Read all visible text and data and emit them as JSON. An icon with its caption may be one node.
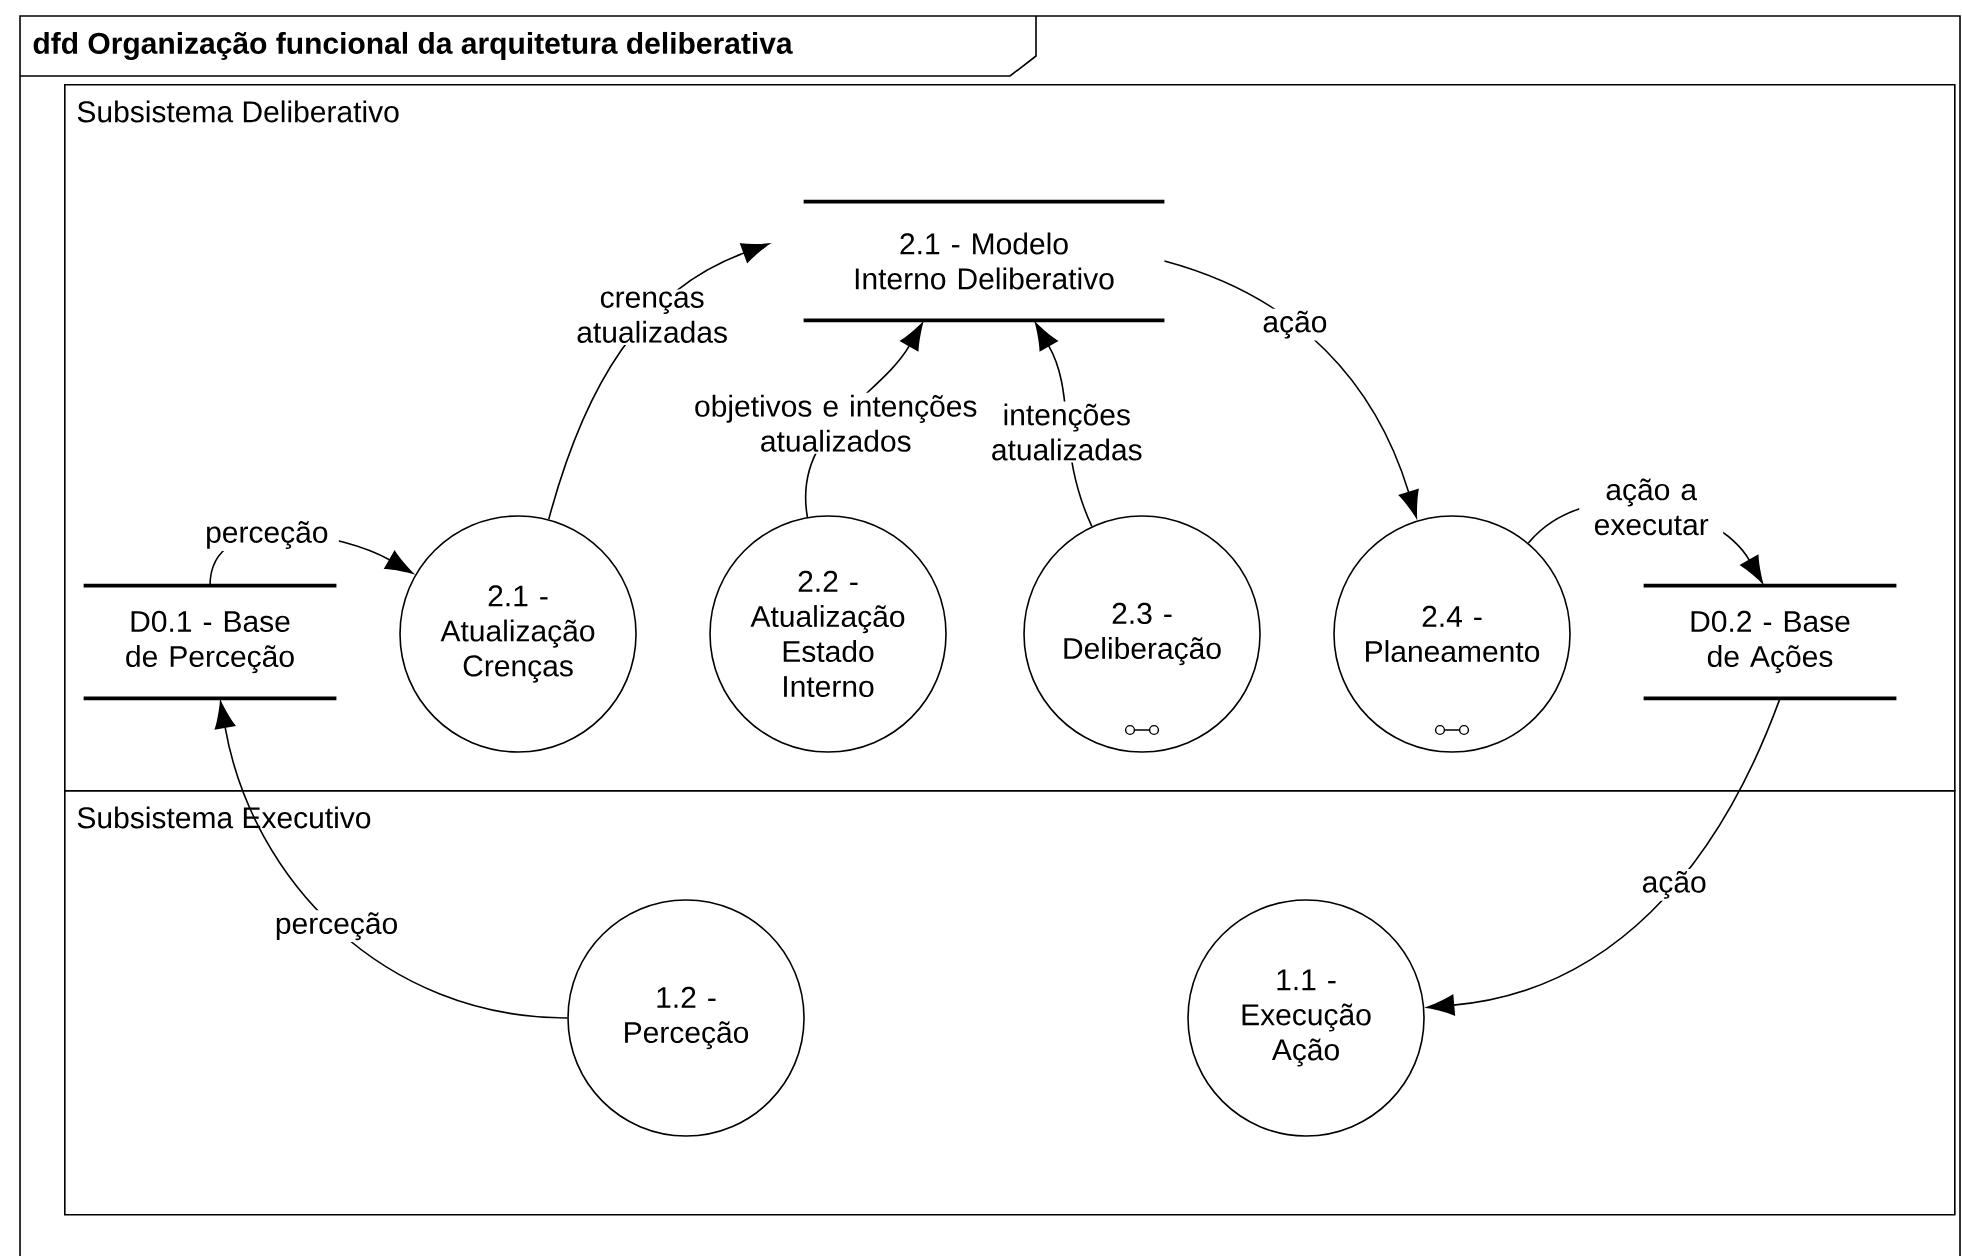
{
  "diagram": {
    "title": "dfd Organização funcional da arquitetura deliberativa",
    "nodes": [
      {
        "text": [
          "Subsistema Deliberativo"
        ]
      },
      {
        "text": [
          "2.1 - Modelo Interno Deliberativo"
        ],
        "in": 0
      },
      {
        "text": [
          "D0.1 - Base de Perceção"
        ],
        "in": 0
      },
      {
        "text": [
          "2.1 - Atualização Crenças"
        ],
        "in": 0
      },
      {
        "text": [
          "2.2 - Atualização Estado Interno"
        ],
        "in": 0
      },
      {
        "text": [
          "2.3 - Deliberação"
        ],
        "in": 0
      },
      {
        "text": [
          "2.4 - Planeamento"
        ],
        "in": 0
      },
      {
        "text": [
          "D0.2 - Base de Ações"
        ],
        "in": 0
      },
      {
        "text": [
          "Subsistema Executivo"
        ]
      },
      {
        "text": [
          "1.2 - Perceção"
        ],
        "in": 8
      },
      {
        "text": [
          "1.1 - Execução Ação"
        ],
        "in": 8
      }
    ],
    "edges": [
      {
        "from": 2,
        "to": 3,
        "arrow": "to",
        "label": "perceção"
      },
      {
        "from": 3,
        "to": 1,
        "arrow": "to",
        "label": "crenças atualizadas"
      },
      {
        "from": 4,
        "to": 1,
        "arrow": "to",
        "label": "objetivos e intenções atualizados"
      },
      {
        "from": 5,
        "to": 1,
        "arrow": "to",
        "label": "intenções atualizadas"
      },
      {
        "from": 1,
        "to": 6,
        "arrow": "to",
        "label": "ação"
      },
      {
        "from": 6,
        "to": 7,
        "arrow": "to",
        "label": "ação a executar"
      },
      {
        "from": 7,
        "to": 10,
        "arrow": "to",
        "label": "ação"
      },
      {
        "from": 9,
        "to": 2,
        "arrow": "to",
        "label": "perceção"
      }
    ]
  }
}
